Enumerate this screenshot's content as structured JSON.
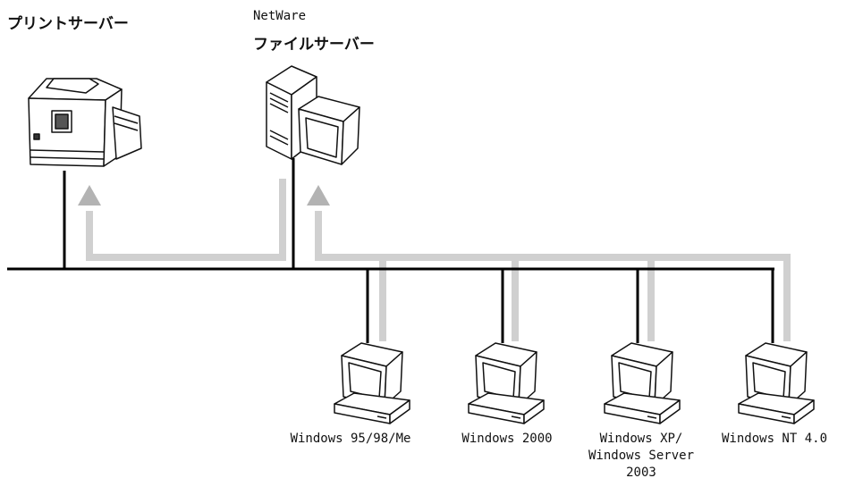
{
  "print_server": {
    "label": "プリントサーバー"
  },
  "file_server": {
    "line1": "NetWare",
    "line2": "ファイルサーバー"
  },
  "clients": [
    {
      "lines": [
        "Windows 95/98/Me"
      ]
    },
    {
      "lines": [
        "Windows 2000"
      ]
    },
    {
      "lines": [
        "Windows XP/",
        "Windows Server",
        "2003"
      ]
    },
    {
      "lines": [
        "Windows NT 4.0"
      ]
    }
  ],
  "colors": {
    "network_line": "#000000",
    "flow_arrow": "#d0d0d0",
    "device_fill": "#ffffff",
    "device_stroke": "#111111"
  }
}
